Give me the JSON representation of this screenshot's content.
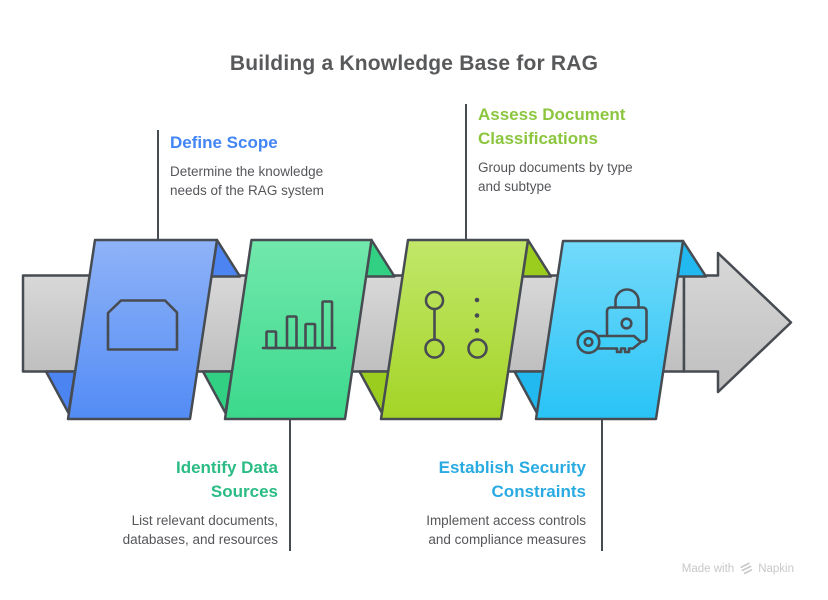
{
  "title": "Building a Knowledge Base for RAG",
  "steps": [
    {
      "heading": "Define Scope",
      "description": "Determine the knowledge needs of the RAG system",
      "accent": "#4285F4",
      "icon": "scope-tray-icon",
      "label_position": "top"
    },
    {
      "heading": "Identify Data Sources",
      "description": "List relevant documents, databases, and resources",
      "accent": "#2BBC85",
      "icon": "bar-chart-icon",
      "label_position": "bottom"
    },
    {
      "heading": "Assess Document Classifications",
      "description": "Group documents by type and subtype",
      "accent": "#8CC63F",
      "icon": "commit-nodes-icon",
      "label_position": "top"
    },
    {
      "heading": "Establish Security Constraints",
      "description": "Implement access controls and compliance measures",
      "accent": "#29ABE2",
      "icon": "key-lock-icon",
      "label_position": "bottom"
    }
  ],
  "ribbons": [
    {
      "name": "define-scope-ribbon",
      "top": "#8FB3F7",
      "bottom": "#538CF5",
      "fold": "#4C84F2"
    },
    {
      "name": "identify-data-sources-ribbon",
      "top": "#72E8AC",
      "bottom": "#3BD98C",
      "fold": "#32D083"
    },
    {
      "name": "assess-document-classifications-ribbon",
      "top": "#C2E76A",
      "bottom": "#A4D426",
      "fold": "#9BCD1E"
    },
    {
      "name": "establish-security-constraints-ribbon",
      "top": "#73DAFA",
      "bottom": "#29C3F6",
      "fold": "#21B9F0"
    }
  ],
  "colors": {
    "title_text": "#58595B",
    "body_text": "#55565A",
    "outline": "#474C52",
    "arrow_fill_top": "#D8D8D8",
    "arrow_fill_bottom": "#BFBFBF",
    "key_fill": "#3FCEF7",
    "footer_text": "#C6C8CA"
  },
  "footer": {
    "made_with": "Made with",
    "brand": "Napkin"
  }
}
